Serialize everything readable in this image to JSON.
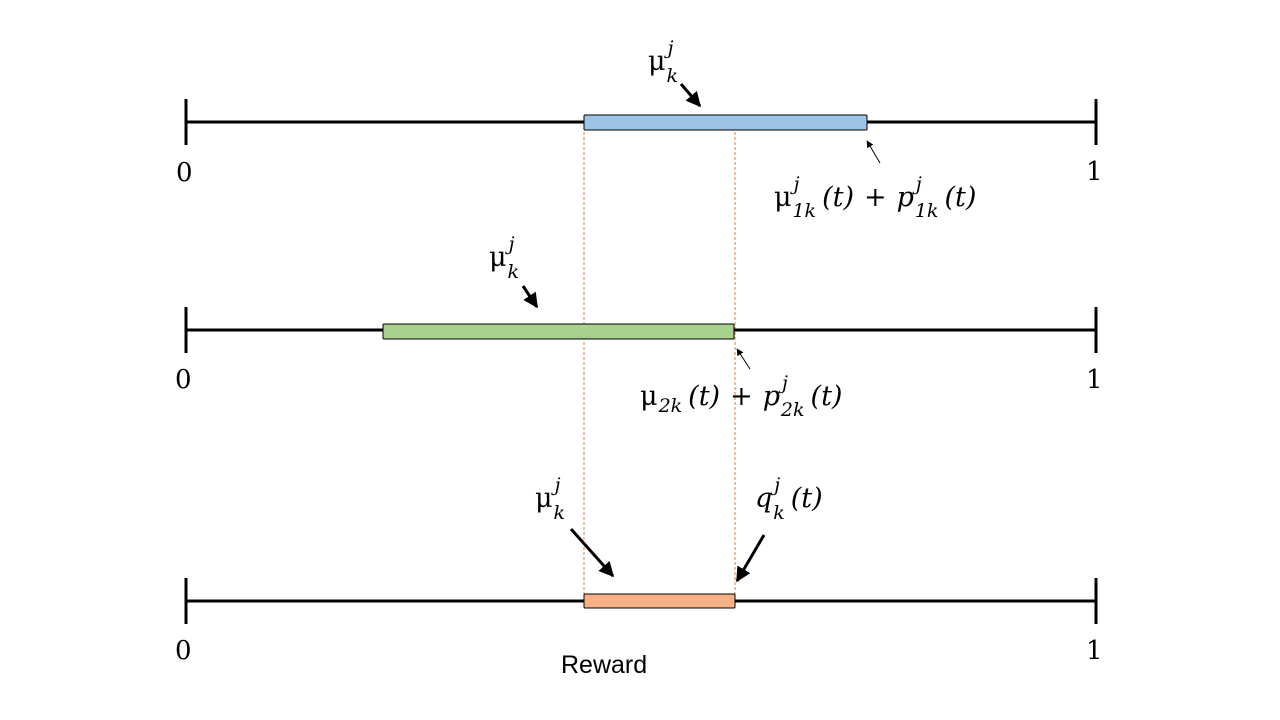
{
  "colors": {
    "axis": "#000000",
    "bar_top": "#9DC3E6",
    "bar_middle": "#A9D18E",
    "bar_bottom": "#F4B183",
    "guide_line": "#ED7D31"
  },
  "lines": [
    {
      "id": "top",
      "tick_start": "0",
      "tick_end": "1",
      "bar_color_key": "bar_top",
      "mu_label": {
        "base": "μ",
        "sup": "j",
        "sub": "k"
      },
      "bound_label": {
        "mu": {
          "base": "μ",
          "sup": "j",
          "sub": "1k"
        },
        "paren": "(t)",
        "plus": "+",
        "p": {
          "base": "p",
          "sup": "j",
          "sub": "1k"
        },
        "paren2": "(t)"
      }
    },
    {
      "id": "middle",
      "tick_start": "0",
      "tick_end": "1",
      "bar_color_key": "bar_middle",
      "mu_label": {
        "base": "μ",
        "sup": "j",
        "sub": "k"
      },
      "bound_label": {
        "mu": {
          "base": "μ",
          "sup": "",
          "sub": "2k"
        },
        "paren": "(t)",
        "plus": "+",
        "p": {
          "base": "p",
          "sup": "j",
          "sub": "2k"
        },
        "paren2": "(t)"
      }
    },
    {
      "id": "bottom",
      "tick_start": "0",
      "tick_end": "1",
      "bar_color_key": "bar_bottom",
      "mu_label": {
        "base": "μ",
        "sup": "j",
        "sub": "k"
      },
      "q_label": {
        "base": "q",
        "sup": "j",
        "sub": "k",
        "paren": "(t)"
      },
      "caption": "Reward"
    }
  ]
}
